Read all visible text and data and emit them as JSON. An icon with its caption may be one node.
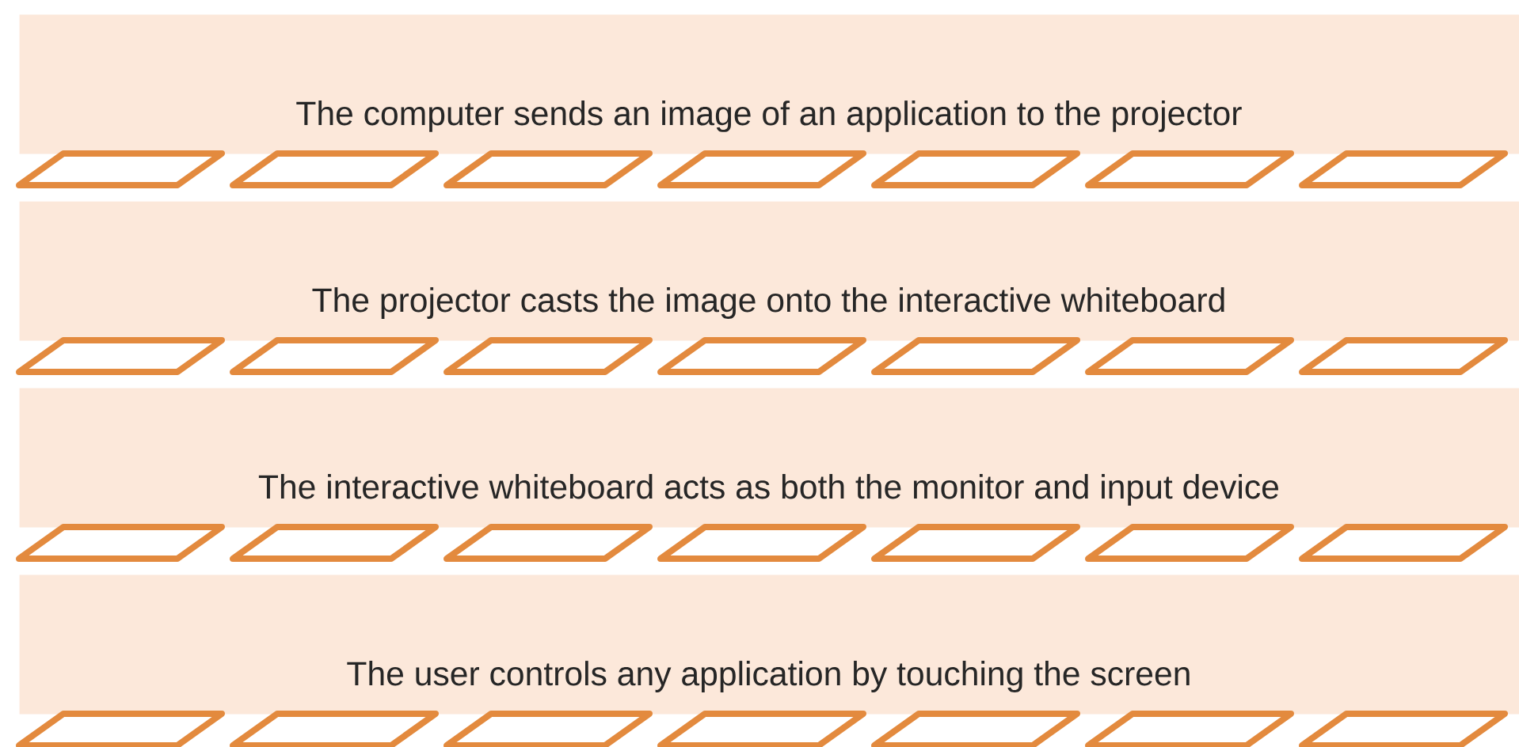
{
  "diagram": {
    "nodes": [
      {
        "text": [
          "The computer sends an image of an application to the projector"
        ]
      },
      {
        "text": [
          "The projector casts the image onto the interactive whiteboard"
        ]
      },
      {
        "text": [
          "The interactive whiteboard acts as both the monitor and input device"
        ]
      },
      {
        "text": [
          "The user controls any application by touching the screen"
        ]
      }
    ]
  }
}
